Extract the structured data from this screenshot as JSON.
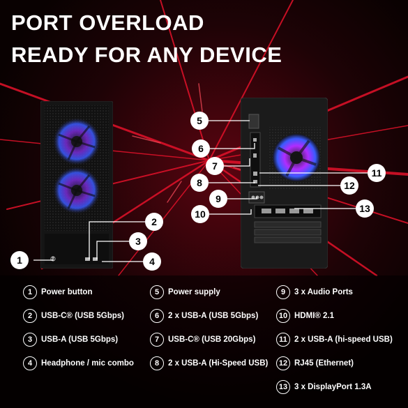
{
  "headline": {
    "line1": "PORT OVERLOAD",
    "line2": "READY FOR ANY DEVICE"
  },
  "callouts": [
    "1",
    "2",
    "3",
    "4",
    "5",
    "6",
    "7",
    "8",
    "9",
    "10",
    "11",
    "12",
    "13"
  ],
  "legend": [
    {
      "num": "1",
      "text": "Power button"
    },
    {
      "num": "2",
      "text": "USB-C® (USB 5Gbps)"
    },
    {
      "num": "3",
      "text": "USB-A (USB 5Gbps)"
    },
    {
      "num": "4",
      "text": "Headphone / mic combo"
    },
    {
      "num": "5",
      "text": "Power supply"
    },
    {
      "num": "6",
      "text": "2 x USB-A (USB 5Gbps)"
    },
    {
      "num": "7",
      "text": "USB-C® (USB 20Gbps)"
    },
    {
      "num": "8",
      "text": "2 x USB-A (Hi-Speed USB)"
    },
    {
      "num": "9",
      "text": "3 x Audio Ports"
    },
    {
      "num": "10",
      "text": "HDMI® 2.1"
    },
    {
      "num": "11",
      "text": "2 x USB-A (hi-speed USB)"
    },
    {
      "num": "12",
      "text": "RJ45 (Ethernet)"
    },
    {
      "num": "13",
      "text": "3 x DisplayPort 1.3A"
    }
  ],
  "colors": {
    "background": "#0c0203",
    "accent_red": "#e3122a",
    "fan_blue": "#3a5bff",
    "fan_purple": "#b02cff",
    "text": "#ffffff"
  }
}
